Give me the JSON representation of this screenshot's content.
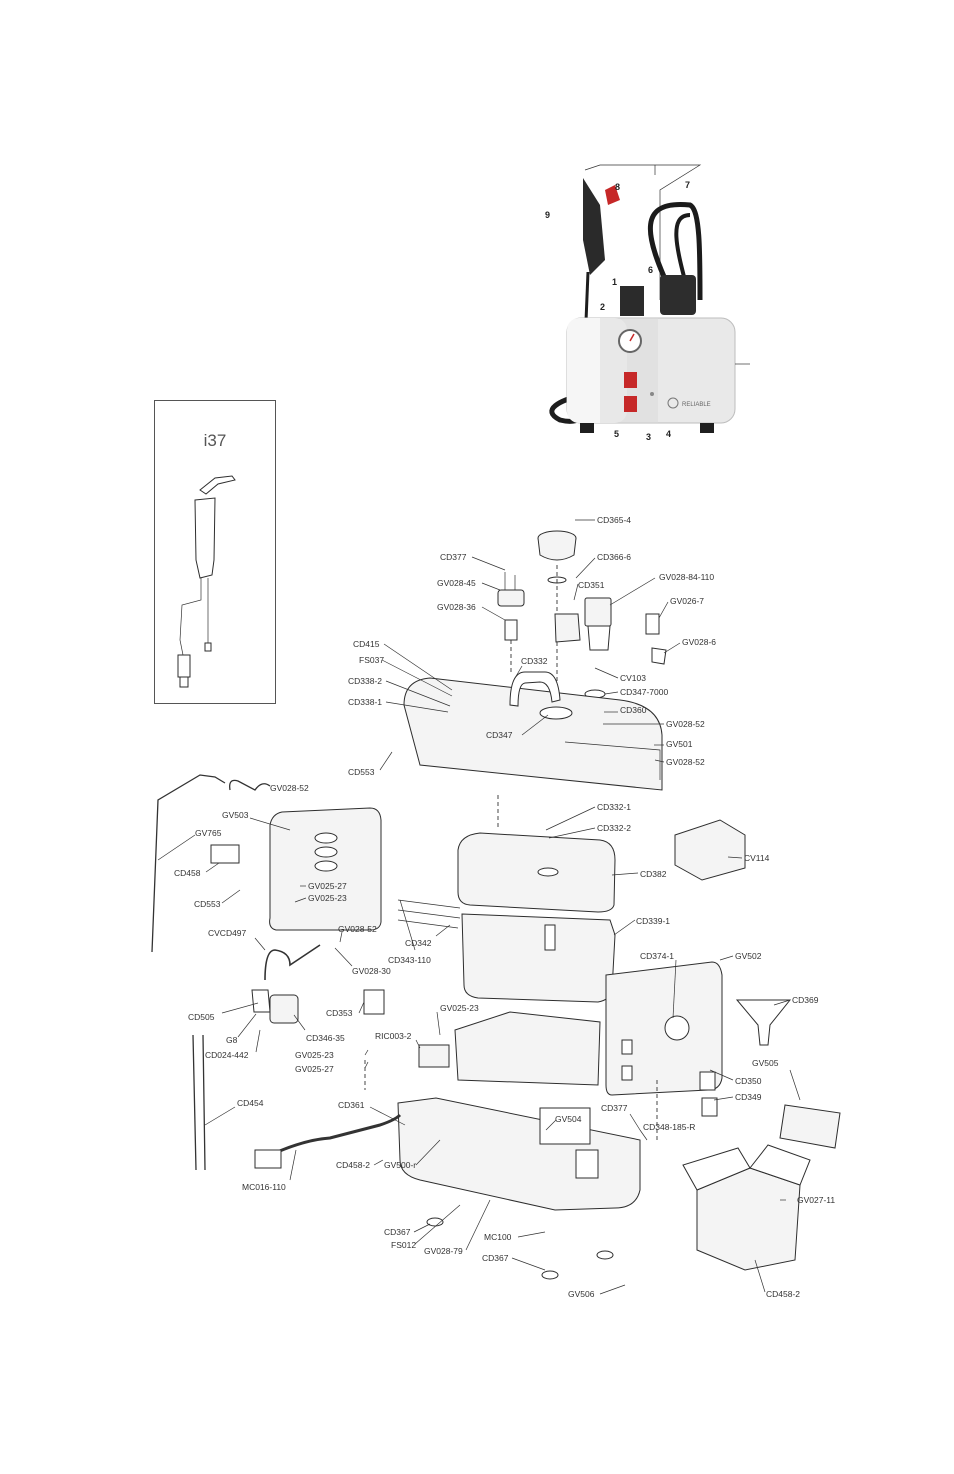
{
  "inset": {
    "title": "i37"
  },
  "photo": {
    "callouts": [
      "1",
      "2",
      "3",
      "4",
      "5",
      "6",
      "7",
      "8",
      "9"
    ],
    "brand": "RELIABLE"
  },
  "parts": [
    "CD365-4",
    "CD377",
    "CD366-6",
    "GV028-45",
    "CD351",
    "GV028-84-110",
    "GV028-36",
    "GV026-7",
    "CD415",
    "GV028-6",
    "FS037",
    "CD332",
    "CV103",
    "CD338-2",
    "CD347-7000",
    "CD338-1",
    "CD360",
    "GV028-52",
    "CD347",
    "GV501",
    "CD553",
    "GV028-52",
    "GV028-52",
    "CD332-1",
    "GV503",
    "CD332-2",
    "GV765",
    "CV114",
    "CD458",
    "GV025-27",
    "CD382",
    "GV025-23",
    "CD553",
    "CD339-1",
    "CVCD497",
    "GV028-52",
    "CD342",
    "CD343-110",
    "GV028-30",
    "CD374-1",
    "GV502",
    "CD369",
    "CD505",
    "CD353",
    "GV025-23",
    "CD346-35",
    "G8",
    "RIC003-2",
    "CD024-442",
    "GV025-23",
    "GV505",
    "GV025-27",
    "CD350",
    "CD349",
    "CD454",
    "CD361",
    "CD377",
    "GV504",
    "CD348-185-R",
    "CD458-2",
    "GV500-r",
    "MC016-110",
    "GV027-11",
    "CD367",
    "FS012",
    "MC100",
    "GV028-79",
    "CD367",
    "CD458-2",
    "GV506"
  ]
}
